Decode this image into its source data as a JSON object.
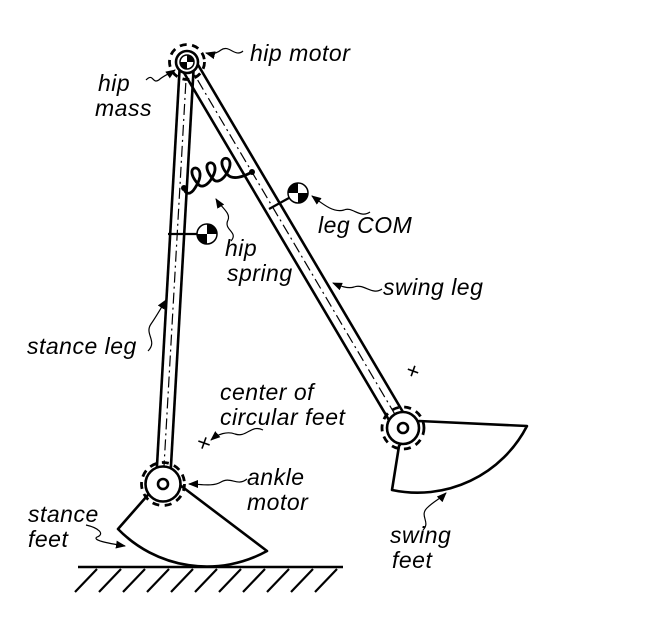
{
  "diagram": {
    "labels": {
      "hip_motor": "hip motor",
      "hip_mass": [
        "hip",
        "mass"
      ],
      "leg_com": "leg COM",
      "hip_spring": [
        "hip",
        "spring"
      ],
      "swing_leg": "swing leg",
      "stance_leg": "stance leg",
      "center_of_circular_feet": [
        "center of",
        "circular feet"
      ],
      "ankle_motor": [
        "ankle",
        "motor"
      ],
      "stance_feet": [
        "stance",
        "feet"
      ],
      "swing_feet": [
        "swing",
        "feet"
      ]
    },
    "colors": {
      "ink": "#000000",
      "background": "#ffffff"
    }
  }
}
